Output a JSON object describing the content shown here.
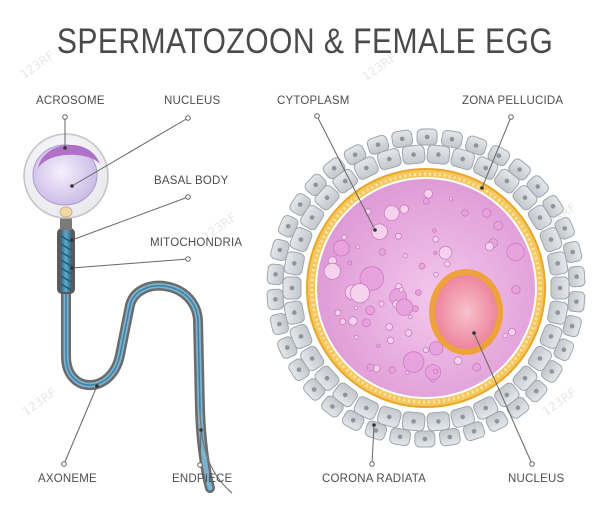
{
  "title": "SPERMATOZOON  &  FEMALE EGG",
  "labels": {
    "acrosome": "ACROSOME",
    "nucleus_sperm": "NUCLEUS",
    "basal_body": "BASAL BODY",
    "mitochondria": "MITOCHONDRIA",
    "axoneme": "AXONEME",
    "endpiece": "ENDPIECE",
    "cytoplasm": "CYTOPLASM",
    "zona_pellucida": "ZONA PELLUCIDA",
    "corona_radiata": "CORONA RADIATA",
    "nucleus_egg": "NUCLEUS"
  },
  "watermark": "123RF",
  "colors": {
    "text": "#4d4d4d",
    "leader": "#666666",
    "acrosome": "#b070c8",
    "sperm_nucleus": "#c9b8e6",
    "midpiece": "#3a84a8",
    "tail_outline": "#6a6a6a",
    "cytoplasm": "#e7a9dd",
    "zona": "#f2b93a",
    "egg_nucleus": "#f08fa5",
    "corona": "#c9cdd2"
  }
}
